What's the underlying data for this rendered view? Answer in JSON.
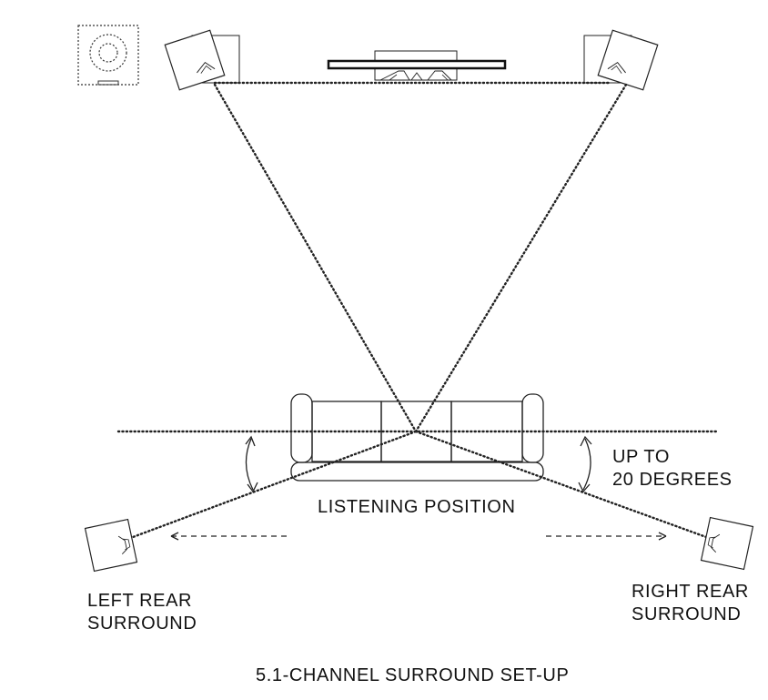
{
  "labels": {
    "up_to_line1": "UP TO",
    "up_to_line2": "20 DEGREES",
    "listening_position": "LISTENING POSITION",
    "left_rear_line1": "LEFT REAR",
    "left_rear_line2": "SURROUND",
    "right_rear_line1": "RIGHT REAR",
    "right_rear_line2": "SURROUND",
    "caption": "5.1-CHANNEL SURROUND SET-UP"
  },
  "colors": {
    "ink": "#222222",
    "background": "#ffffff"
  }
}
